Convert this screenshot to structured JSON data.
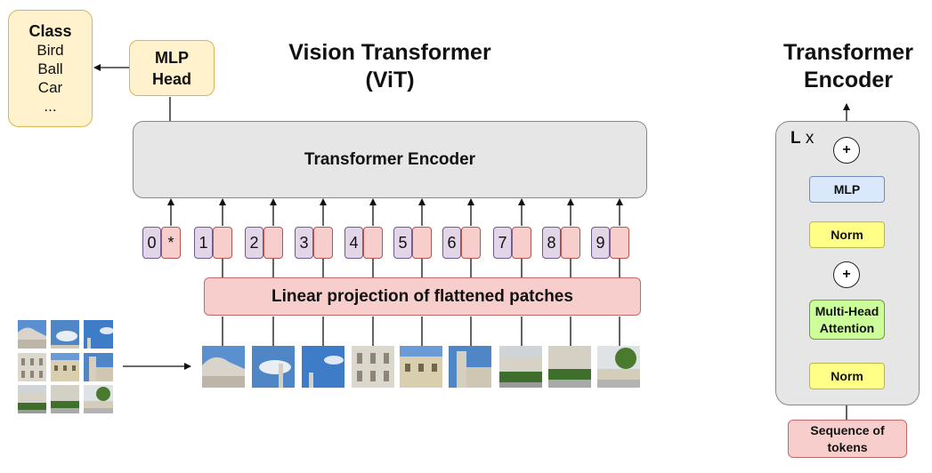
{
  "class_box": {
    "title": "Class",
    "items": [
      "Bird",
      "Ball",
      "Car",
      "..."
    ]
  },
  "mlp_head": {
    "line1": "MLP",
    "line2": "Head"
  },
  "vit_title": {
    "line1": "Vision Transformer",
    "line2": "(ViT)"
  },
  "transformer_encoder_block": "Transformer Encoder",
  "linear_projection": "Linear projection of flattened patches",
  "tokens": [
    {
      "label": "0",
      "embed": "*"
    },
    {
      "label": "1",
      "embed": ""
    },
    {
      "label": "2",
      "embed": ""
    },
    {
      "label": "3",
      "embed": ""
    },
    {
      "label": "4",
      "embed": ""
    },
    {
      "label": "5",
      "embed": ""
    },
    {
      "label": "6",
      "embed": ""
    },
    {
      "label": "7",
      "embed": ""
    },
    {
      "label": "8",
      "embed": ""
    },
    {
      "label": "9",
      "embed": ""
    }
  ],
  "encoder_detail": {
    "title_line1": "Transformer",
    "title_line2": "Encoder",
    "repeat_bold": "L",
    "repeat_x": "x",
    "plus": "+",
    "mlp": "MLP",
    "norm_top": "Norm",
    "mha_line1": "Multi-Head",
    "mha_line2": "Attention",
    "norm_bottom": "Norm",
    "seq_line1": "Sequence of",
    "seq_line2": "tokens"
  },
  "colors": {
    "class_fill": "#fff2cc",
    "encoder_fill": "#e6e6e6",
    "projection_fill": "#f8cecc",
    "position_fill": "#e1d5e7",
    "mlp_fill": "#dae8fc",
    "norm_fill": "#ffff88",
    "attention_fill": "#ccff99",
    "sky": "#4f86c6"
  },
  "patch_images": [
    "building-dome-patch",
    "sky-cloud-patch",
    "sky-spire-patch",
    "facade-left-patch",
    "facade-center-patch",
    "facade-tower-patch",
    "plaza-left-patch",
    "plaza-center-patch",
    "plaza-right-patch"
  ]
}
